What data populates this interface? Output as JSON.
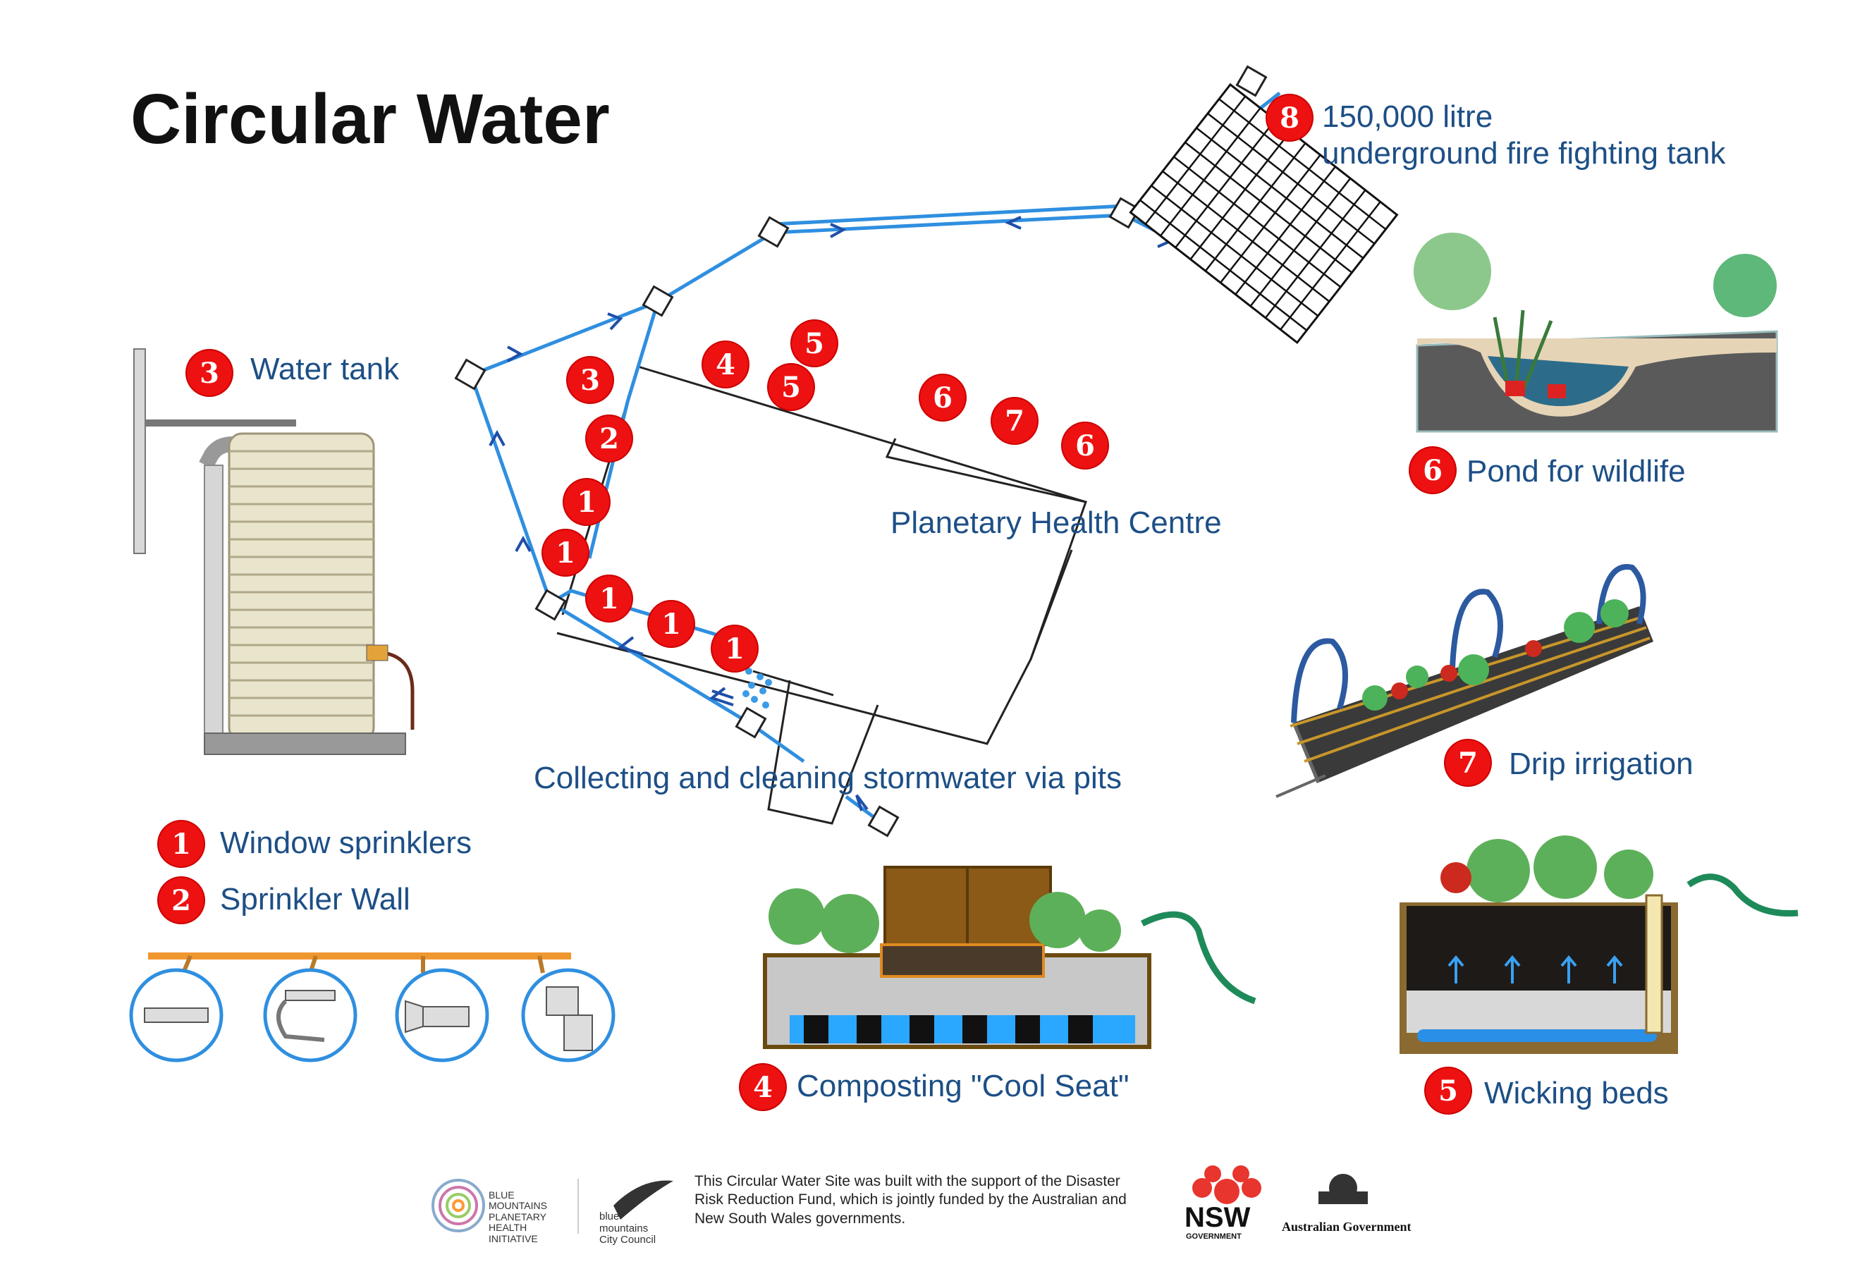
{
  "title": "Circular Water",
  "labels": {
    "fire_tank_line1": "150,000 litre",
    "fire_tank_line2": "underground fire fighting tank",
    "water_tank": "Water tank",
    "pond": "Pond for wildlife",
    "centre": "Planetary Health Centre",
    "stormwater": "Collecting and cleaning stormwater via pits",
    "drip": "Drip irrigation",
    "window_sprinklers": "Window sprinklers",
    "sprinkler_wall": "Sprinkler Wall",
    "composting": "Composting \"Cool Seat\"",
    "wicking": "Wicking beds"
  },
  "badges": {
    "fire_tank": "8",
    "water_tank": "3",
    "pond": "6",
    "drip": "7",
    "window_sprinklers": "1",
    "sprinkler_wall": "2",
    "composting": "4",
    "wicking": "5",
    "map": [
      "3",
      "2",
      "1",
      "1",
      "1",
      "1",
      "1",
      "4",
      "5",
      "5",
      "6",
      "7",
      "6"
    ]
  },
  "footer": {
    "support_text": "This Circular Water Site was built with the support of the Disaster Risk Reduction Fund, which is jointly funded by the Australian and New South Wales governments.",
    "bmphi_logo": "BLUE MOUNTAINS PLANETARY HEALTH INITIATIVE",
    "council_logo": "blue mountains City Council",
    "nsw_logo_main": "NSW",
    "nsw_logo_sub": "GOVERNMENT",
    "aus_gov": "Australian Government"
  },
  "colors": {
    "pipe": "#2f8fe0",
    "badge": "#e11111",
    "label": "#1d4f86",
    "hose_orange": "#f0962f"
  }
}
